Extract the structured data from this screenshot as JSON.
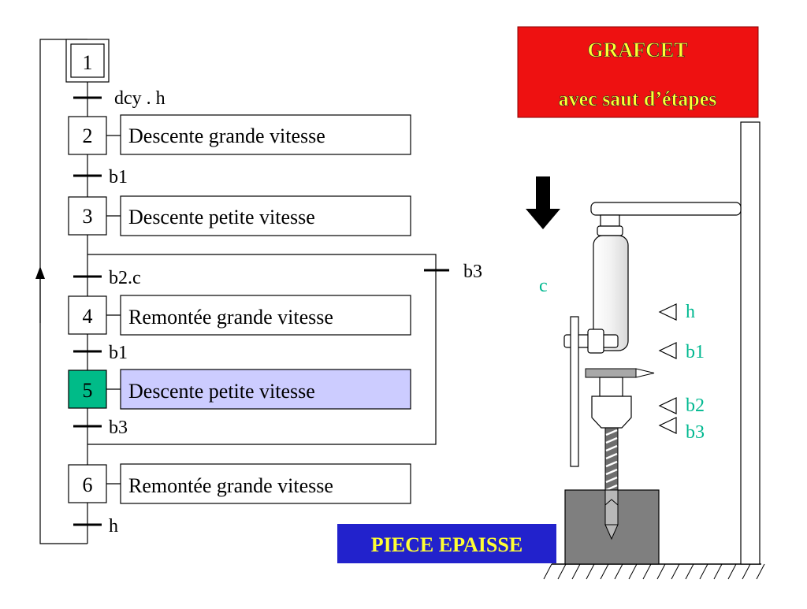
{
  "title_box": {
    "line1": "GRAFCET",
    "line2": "avec saut d’étapes",
    "bg_color": "#ee1111",
    "text_color": "#ffff33"
  },
  "banner": {
    "label": "PIECE EPAISSE",
    "bg_color": "#2222cc",
    "text_color": "#ffff33"
  },
  "grafcet": {
    "steps": [
      {
        "number": "1",
        "initial": true,
        "active": false,
        "action": ""
      },
      {
        "number": "2",
        "initial": false,
        "active": false,
        "action": "Descente grande vitesse"
      },
      {
        "number": "3",
        "initial": false,
        "active": false,
        "action": "Descente petite vitesse"
      },
      {
        "number": "4",
        "initial": false,
        "active": false,
        "action": "Remontée grande vitesse"
      },
      {
        "number": "5",
        "initial": false,
        "active": true,
        "action": "Descente petite vitesse"
      },
      {
        "number": "6",
        "initial": false,
        "active": false,
        "action": "Remontée grande vitesse"
      }
    ],
    "transitions": [
      {
        "label": "dcy . h"
      },
      {
        "label": "b1"
      },
      {
        "label": "b2.c"
      },
      {
        "label": "b1"
      },
      {
        "label": "b3"
      },
      {
        "label": "h"
      }
    ],
    "skip_transition": {
      "label": "b3"
    },
    "active_step_color": "#00bb88",
    "active_action_color": "#ccccff"
  },
  "machine": {
    "sensors": [
      "h",
      "b1",
      "b2",
      "b3"
    ],
    "contact_label": "c",
    "label_color": "#00b890",
    "workpiece_color": "#7f7f7f"
  }
}
